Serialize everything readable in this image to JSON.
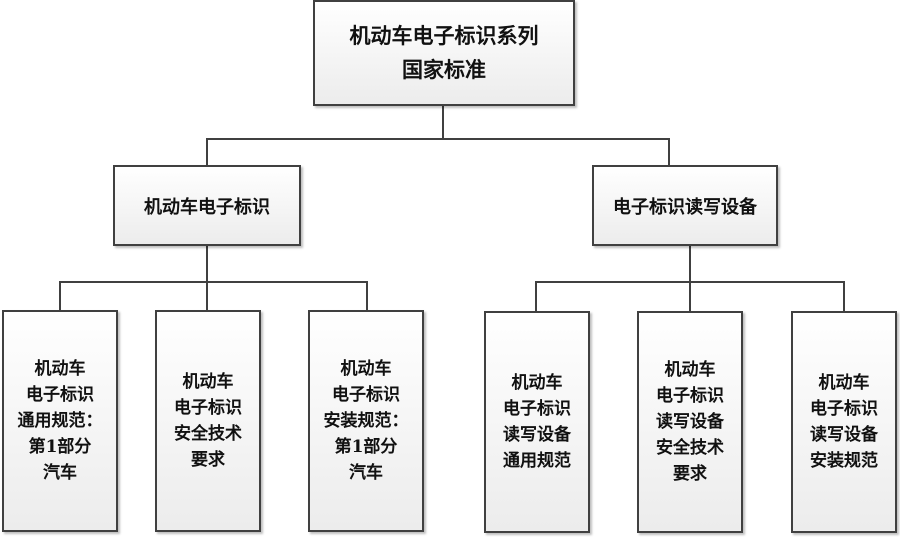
{
  "diagram": {
    "type": "org-tree",
    "root": {
      "lines": [
        "机动车电子标识系列",
        "国家标准"
      ]
    },
    "branches": [
      {
        "label": "机动车电子标识",
        "children": [
          {
            "lines": [
              "机动车",
              "电子标识",
              "通用规范：",
              "第1部分",
              "汽车"
            ]
          },
          {
            "lines": [
              "机动车",
              "电子标识",
              "安全技术",
              "要求"
            ]
          },
          {
            "lines": [
              "机动车",
              "电子标识",
              "安装规范：",
              "第1部分",
              "汽车"
            ]
          }
        ]
      },
      {
        "label": "电子标识读写设备",
        "children": [
          {
            "lines": [
              "机动车",
              "电子标识",
              "读写设备",
              "通用规范"
            ]
          },
          {
            "lines": [
              "机动车",
              "电子标识",
              "读写设备",
              "安全技术",
              "要求"
            ]
          },
          {
            "lines": [
              "机动车",
              "电子标识",
              "读写设备",
              "安装规范"
            ]
          }
        ]
      }
    ],
    "colors": {
      "line": "#404040",
      "box_fill_top": "#ffffff",
      "box_fill_bottom": "#ececec",
      "text": "#111111"
    }
  }
}
